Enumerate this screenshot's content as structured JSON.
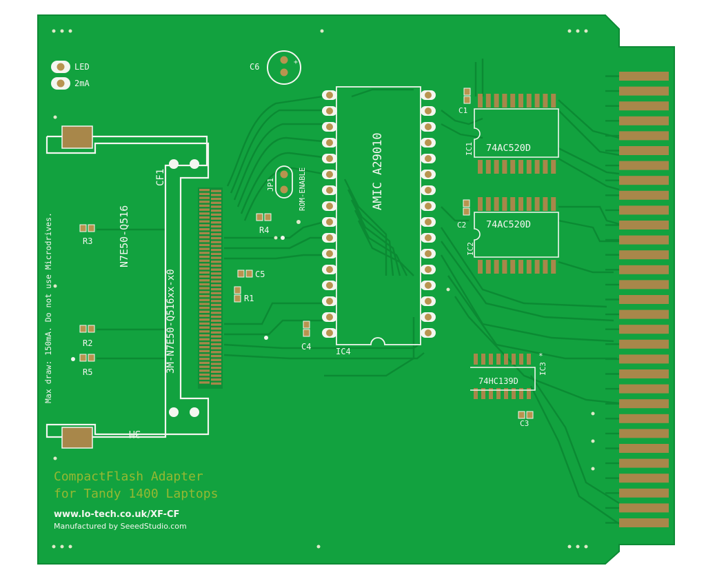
{
  "board": {
    "title_line1": "CompactFlash Adapter",
    "title_line2": "for Tandy 1400 Laptops",
    "url": "www.lo-tech.co.uk/XF-CF",
    "maker": "Manufactured by SeeedStudio.com",
    "side_note": "Max draw: 150mA.  Do not use Microdrives.",
    "colors": {
      "board": "#12a23f",
      "trace": "#0b8a33",
      "silk": "#f4f6f0",
      "gold": "#a8874a",
      "etch": "#96b832"
    }
  },
  "labels": {
    "led": "LED",
    "ma": "2mA",
    "c6": "C6",
    "plus": "+",
    "cf1": "CF1",
    "n7e50": "N7E50-Q516",
    "connector_pn": "3M-N7E50-Q516xx-x0",
    "brand": "3M",
    "r3": "R3",
    "r2": "R2",
    "r5": "R5",
    "r4": "R4",
    "r1": "R1",
    "c5": "C5",
    "c4": "C4",
    "jp1": "JP1",
    "rom_enable": "ROM-ENABLE",
    "ic4": "IC4",
    "ic4_part": "AMIC A29010",
    "c1": "C1",
    "ic1": "IC1",
    "ic1_part": "74AC520D",
    "c2": "C2",
    "ic2": "IC2",
    "ic2_part": "74AC520D",
    "ic3": "IC3",
    "ic3_part": "74HC139D",
    "c3": "C3",
    "star": "*"
  }
}
